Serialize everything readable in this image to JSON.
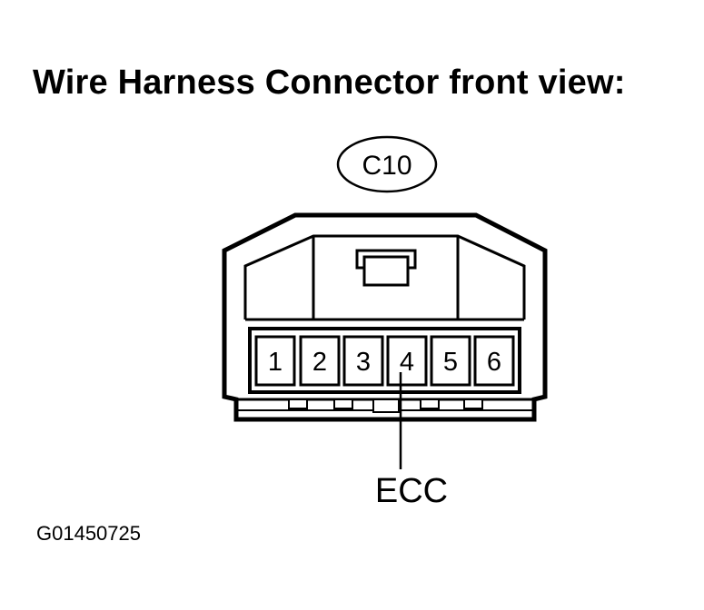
{
  "title": "Wire Harness Connector front view:",
  "connector": {
    "code": "C10",
    "pins": [
      "1",
      "2",
      "3",
      "4",
      "5",
      "6"
    ]
  },
  "callout": {
    "pin": "4",
    "label": "ECC"
  },
  "figure_id": "G01450725"
}
